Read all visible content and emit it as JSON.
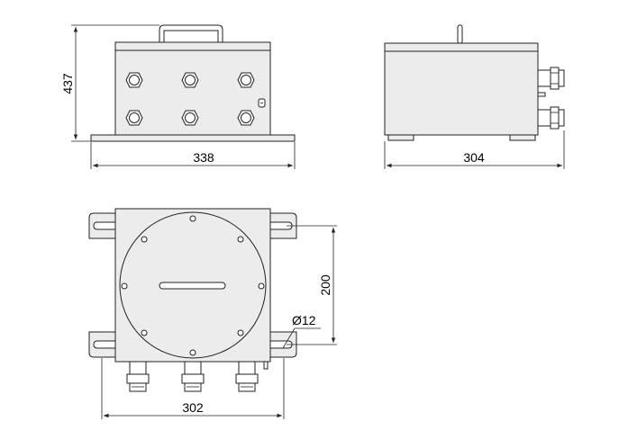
{
  "dimensions": {
    "front_height": "437",
    "front_width": "338",
    "side_width": "304",
    "plan_width": "302",
    "mount_spacing": "200",
    "hole_diameter": "Ø12"
  },
  "colors": {
    "body_fill": "#ececec",
    "line": "#222222",
    "background": "#ffffff"
  }
}
